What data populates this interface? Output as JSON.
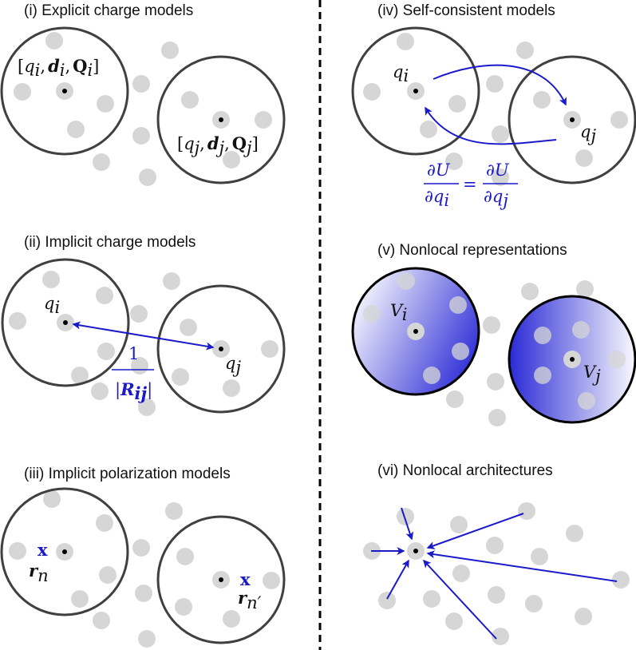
{
  "panels": [
    {
      "title": "(i) Explicit charge models"
    },
    {
      "title": "(ii) Implicit charge models"
    },
    {
      "title": "(iii) Implicit polarization models"
    },
    {
      "title": "(iv) Self-consistent models"
    },
    {
      "title": "(v) Nonlocal representations"
    },
    {
      "title": "(vi) Nonlocal architectures"
    }
  ],
  "labels": {
    "explicit_i": {
      "open": "[",
      "q": "q",
      "qi": "i",
      "sep1": ",",
      "d": "d",
      "di": "i",
      "sep2": ",",
      "Q": "Q",
      "Qi": "i",
      "close": "]"
    },
    "explicit_j": {
      "open": "[",
      "q": "q",
      "qj": "j",
      "sep1": ",",
      "d": "d",
      "dj": "j",
      "sep2": ",",
      "Q": "Q",
      "Qj": "j",
      "close": "]"
    },
    "charge": {
      "q": "q",
      "i": "i",
      "j": "j"
    },
    "coulomb": {
      "num": "1",
      "bar_open": "|",
      "R": "R",
      "sub": "ij",
      "bar_close": "|"
    },
    "selfconsistent": {
      "partial": "∂",
      "U": "U",
      "q": "q",
      "i": "i",
      "j": "j",
      "equals": "="
    },
    "nonlocal": {
      "V": "V",
      "i": "i",
      "j": "j"
    },
    "polarization": {
      "cross": "x",
      "r": "r",
      "n": "n",
      "nprime": "n′"
    }
  },
  "colors": {
    "accent": "#1a1acc",
    "ring": "#404040",
    "atom": "#d6d6d6",
    "divider": "#000000",
    "shade": "#2a2ad6"
  }
}
